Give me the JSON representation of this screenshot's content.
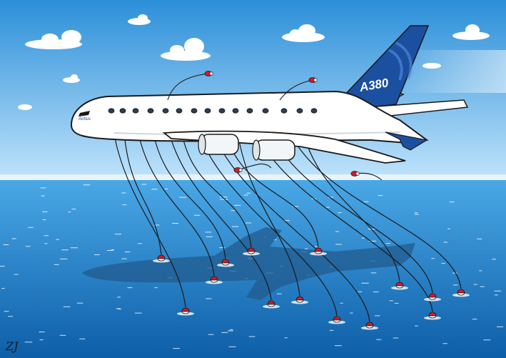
{
  "scene": {
    "title": "",
    "tail_text": "A380",
    "nose_text": "Airbus",
    "signature_text": "ZJ"
  },
  "colors": {
    "sky_top": "#2b8fd9",
    "sky_bottom": "#bfe3fb",
    "sea_top": "#4aa8e6",
    "sea_bottom": "#0d5ea8",
    "fuselage": "#ffffff",
    "tail_blue": "#1b4fa0",
    "float_red": "#d8162a",
    "shadow": "#215b8f"
  }
}
